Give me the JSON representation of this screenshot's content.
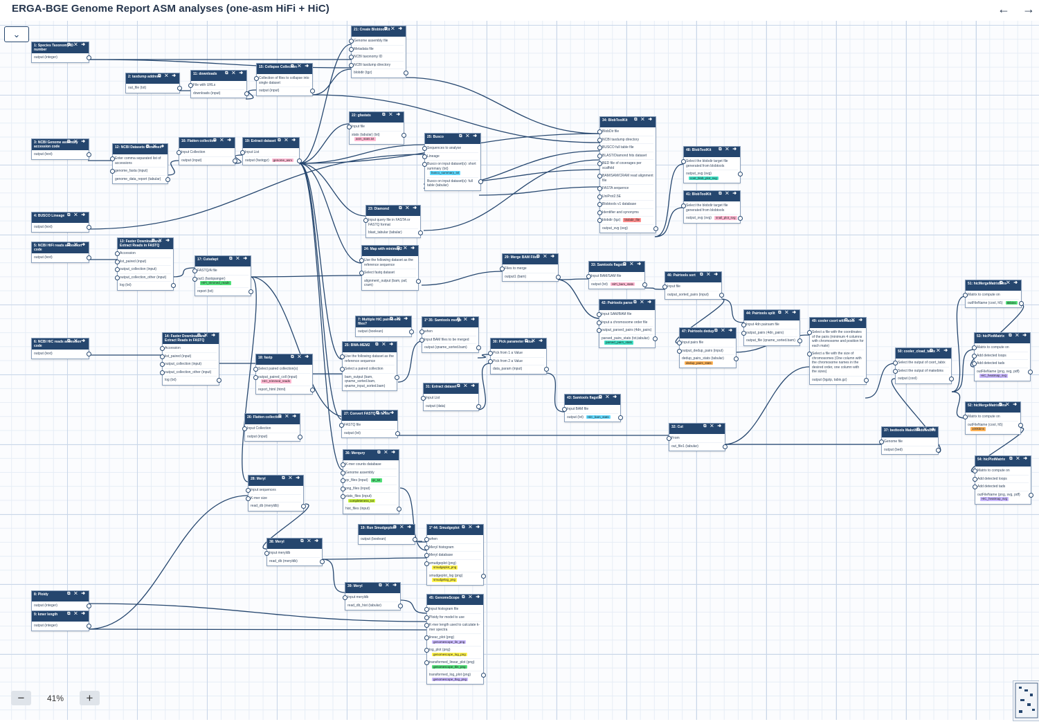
{
  "title": "ERGA-BGE Genome Report ASM analyses (one-asm HiFi + HiC)",
  "nav": {
    "back_icon": "arrow-left-icon",
    "forward_icon": "arrow-right-icon"
  },
  "collapse_icon": "chevron-down-icon",
  "zoom": {
    "minus": "−",
    "level": "41%",
    "plus": "+"
  },
  "colors": {
    "node_header": "#25466e",
    "edge": "#25466e",
    "grid_major": "#c9d6e8",
    "grid_minor": "#e6edf6"
  },
  "nodes": [
    {
      "title": "1: Species Taxonomy ID number",
      "rows": [
        {
          "t": "output (integer)"
        }
      ]
    },
    {
      "title": "2: taxdump address",
      "rows": [
        {
          "t": "out_file (txt)"
        }
      ]
    },
    {
      "title": "3: NCBI Genome assembly accession code",
      "rows": [
        {
          "t": "output (text)"
        }
      ]
    },
    {
      "title": "4: BUSCO Lineage",
      "rows": [
        {
          "t": "output (text)"
        }
      ]
    },
    {
      "title": "5: NCBI HiFi reads accession code",
      "rows": [
        {
          "t": "output (text)"
        }
      ]
    },
    {
      "title": "6: NCBI HiC reads accession code",
      "rows": [
        {
          "t": "output (text)"
        }
      ]
    },
    {
      "title": "8: Ploidy",
      "rows": [
        {
          "t": "output (integer)"
        }
      ]
    },
    {
      "title": "9: kmer length",
      "rows": [
        {
          "t": "output (integer)"
        }
      ]
    },
    {
      "title": "11: downloads",
      "rows": [
        {
          "t": "File with URLs"
        },
        {
          "t": "downloads (input)"
        }
      ]
    },
    {
      "title": "12: NCBI Datasets Genomes",
      "rows": [
        {
          "t": "Enter comma separated list of accessions"
        },
        {
          "t": "genome_fasta (input)"
        },
        {
          "t": "genome_data_report (tabular)"
        }
      ]
    },
    {
      "title": "13: Faster Download and Extract Reads in FASTQ",
      "rows": [
        {
          "t": "Accession"
        },
        {
          "t": "list_paired (input)"
        },
        {
          "t": "output_collection (input)"
        },
        {
          "t": "output_collection_other (input)"
        },
        {
          "t": "log (txt)"
        }
      ]
    },
    {
      "title": "14: Faster Download and Extract Reads in FASTQ",
      "rows": [
        {
          "t": "Accession"
        },
        {
          "t": "list_paired (input)"
        },
        {
          "t": "output_collection (input)"
        },
        {
          "t": "output_collection_other (input)"
        },
        {
          "t": "log (txt)"
        }
      ]
    },
    {
      "title": "15: Collapse Collection",
      "rows": [
        {
          "t": "Collection of files to collapse into single dataset"
        },
        {
          "t": "output (input)"
        }
      ]
    },
    {
      "title": "16: Flatten collection",
      "rows": [
        {
          "t": "Input Collection"
        },
        {
          "t": "output (input)"
        }
      ]
    },
    {
      "title": "17: Cutadapt",
      "rows": [
        {
          "t": "FASTQ/A file"
        },
        {
          "t": "out1 (fastqsanger)",
          "tag": "HiFi_trimmed_reads",
          "c": "green"
        },
        {
          "t": "report (txt)"
        }
      ]
    },
    {
      "title": "18: fastp",
      "rows": [
        {
          "t": "Select paired collection(s)"
        },
        {
          "t": "output_paired_coll (input)",
          "tag": "HiC_trimmed_reads",
          "c": "pink"
        },
        {
          "t": "report_html (html)"
        }
      ]
    },
    {
      "title": "19: Extract dataset",
      "rows": [
        {
          "t": "Input List"
        },
        {
          "t": "output (fastqgz)",
          "tag": "genome_asm",
          "c": "pink"
        }
      ]
    },
    {
      "title": "21: Create BlobtoolKit",
      "rows": [
        {
          "t": "Genome assembly file"
        },
        {
          "t": "Metadata file"
        },
        {
          "t": "NCBI taxonomy ID"
        },
        {
          "t": "NCBI taxdump directory"
        },
        {
          "t": "blobdir (tgz)"
        }
      ]
    },
    {
      "title": "22: gfastats",
      "rows": [
        {
          "t": "Input file"
        },
        {
          "t": "stats (tabular) (txt)",
          "tag": "asm_stats.txt",
          "c": "pink"
        }
      ]
    },
    {
      "title": "23: Diamond",
      "rows": [
        {
          "t": "Input query file in FASTA or FASTQ format"
        },
        {
          "t": "blast_tabular (tabular)"
        }
      ]
    },
    {
      "title": "24: Map with minimap2",
      "rows": [
        {
          "t": "Use the following dataset as the reference sequence"
        },
        {
          "t": "Select fastq dataset"
        },
        {
          "t": "alignment_output (bam, paf, cram)"
        }
      ]
    },
    {
      "title": "25: BWA-MEM2",
      "rows": [
        {
          "t": "Use the following dataset as the reference sequence"
        },
        {
          "t": "Select a paired collection"
        },
        {
          "t": "bam_output (bam, qname_sorted.bam, qname_input_sorted.bam)"
        }
      ]
    },
    {
      "title": "25: Busco",
      "rows": [
        {
          "t": "Sequences to analyse"
        },
        {
          "t": "Lineage"
        },
        {
          "t": "Busco on input dataset(s): short summary (txt)",
          "tag": "busco_summary_txt",
          "c": "cyan"
        },
        {
          "t": "Busco on input dataset(s): full table (tabular)"
        }
      ]
    },
    {
      "title": "26: Flatten collection",
      "rows": [
        {
          "t": "Input Collection"
        },
        {
          "t": "output (input)"
        }
      ]
    },
    {
      "title": "7: Multiple HiC paired-end files?",
      "rows": [
        {
          "t": "output (boolean)"
        }
      ]
    },
    {
      "title": "27: Convert FASTQ to fa file",
      "rows": [
        {
          "t": "FASTQ file"
        },
        {
          "t": "output (txt)"
        }
      ]
    },
    {
      "title": "28: Meryl",
      "rows": [
        {
          "t": "Input sequences"
        },
        {
          "t": "K-mer size"
        },
        {
          "t": "read_db (meryldb)"
        }
      ]
    },
    {
      "title": "29: Merge BAM Files",
      "rows": [
        {
          "t": "Files to merge"
        },
        {
          "t": "output1 (bam)"
        }
      ]
    },
    {
      "title": "30: Pick parameter value",
      "rows": [
        {
          "t": "Pick from 1 a Value"
        },
        {
          "t": "Pick from 2 a Value"
        },
        {
          "t": "data_param (input)"
        }
      ]
    },
    {
      "title": "31: Extract dataset",
      "rows": [
        {
          "t": "Input List"
        },
        {
          "t": "output (data)"
        }
      ]
    },
    {
      "title": "1* 35: Samtools merge",
      "rows": [
        {
          "t": "when"
        },
        {
          "t": "Input BAM files to be merged"
        },
        {
          "t": "output (qname_sorted.bam)"
        }
      ]
    },
    {
      "title": "32: Cut",
      "rows": [
        {
          "t": "From"
        },
        {
          "t": "out_file1 (tabular)"
        }
      ]
    },
    {
      "title": "33: Samtools flagstat",
      "rows": [
        {
          "t": "Input BAM/SAM file"
        },
        {
          "t": "output (txt)",
          "tag": "HiFi_bam_stats",
          "c": "pink"
        }
      ]
    },
    {
      "title": "34: BlobToolKit",
      "rows": [
        {
          "t": "BlobDir file"
        },
        {
          "t": "NCBI taxdump directory"
        },
        {
          "t": "BUSCO full table file"
        },
        {
          "t": "BLAST/Diamond hits dataset"
        },
        {
          "t": "BED file of coverages per scaffold"
        },
        {
          "t": "BAM/SAM/CRAM read alignment file"
        },
        {
          "t": "FASTA sequence"
        },
        {
          "t": "UniProt2.5E"
        },
        {
          "t": "Blobtools v1 database"
        },
        {
          "t": "Identifier and synonyms"
        },
        {
          "t": "blobdir (tgz)",
          "tag": "blobdir_file",
          "c": "red"
        },
        {
          "t": "output_svg (svg)"
        }
      ]
    },
    {
      "title": "36: Merqury",
      "rows": [
        {
          "t": "K-mer counts database"
        },
        {
          "t": "Genome assembly"
        },
        {
          "t": "qv_files (input)",
          "tag": "qv_txt",
          "c": "green"
        },
        {
          "t": "png_files (input)"
        },
        {
          "t": "stats_files (input)",
          "tag": "completeness_txt",
          "c": "lime"
        },
        {
          "t": "hist_files (input)"
        }
      ]
    },
    {
      "title": "37: bedtools MakeWindowsBed",
      "rows": [
        {
          "t": "Genome file"
        },
        {
          "t": "output (bed)"
        }
      ]
    },
    {
      "title": "38: Meryl",
      "rows": [
        {
          "t": "Input meryldb"
        },
        {
          "t": "read_db (meryldb)"
        }
      ]
    },
    {
      "title": "39: Meryl",
      "rows": [
        {
          "t": "Input meryldb"
        },
        {
          "t": "read_db_hist (tabular)"
        }
      ]
    },
    {
      "title": "19: Run Smudgeplot?",
      "rows": [
        {
          "t": "output (boolean)"
        }
      ]
    },
    {
      "title": "42: Pairtools parse",
      "rows": [
        {
          "t": "Input SAM/BAM file"
        },
        {
          "t": "Input a chromosome order file"
        },
        {
          "t": "output_parsed_pairs (4dn_pairs)"
        },
        {
          "t": "parsed_pairs_stats (txt,tabular)",
          "tag": "parsed_pairs_stats",
          "c": "teal"
        }
      ]
    },
    {
      "title": "43: Samtools flagstat",
      "rows": [
        {
          "t": "Input BAM file"
        },
        {
          "t": "output (txt)",
          "tag": "HiC_bam_stats",
          "c": "cyan"
        }
      ]
    },
    {
      "title": "1* 44: Smudgeplot",
      "rows": [
        {
          "t": "when"
        },
        {
          "t": "Meryl histogram"
        },
        {
          "t": "Meryl database"
        },
        {
          "t": "smudgeplot (png)",
          "tag": "smudgeplot_png",
          "c": "yellow"
        },
        {
          "t": "smudgeplot_log (png)",
          "tag": "smudgelog_png",
          "c": "yellow"
        }
      ]
    },
    {
      "title": "45: GenomeScope",
      "rows": [
        {
          "t": "Input histogram file"
        },
        {
          "t": "Ploidy for model to use"
        },
        {
          "t": "K-mer length used to calculate k-mer spectra"
        },
        {
          "t": "linear_plot (png)",
          "tag": "genomescope_lin_png",
          "c": "purple"
        },
        {
          "t": "log_plot (png)",
          "tag": "genomescope_log_png",
          "c": "yellow"
        },
        {
          "t": "transformed_linear_plot (png)",
          "tag": "genomescope_tlin_png",
          "c": "green"
        },
        {
          "t": "transformed_log_plot (png)",
          "tag": "genomescope_tlog_png",
          "c": "purple"
        }
      ]
    },
    {
      "title": "46: Pairtools sort",
      "rows": [
        {
          "t": "Input file"
        },
        {
          "t": "output_sorted_pairs (input)"
        }
      ]
    },
    {
      "title": "47: Pairtools dedup",
      "rows": [
        {
          "t": "Input pairs file"
        },
        {
          "t": "output_dedup_pairs (input)"
        },
        {
          "t": "dedup_pairs_stats (tabular)",
          "tag": "dedup_pairs_stats",
          "c": "orange"
        }
      ]
    },
    {
      "title": "48: BlobToolKit",
      "rows": [
        {
          "t": "Select the blobdir target file generated from blobtools"
        },
        {
          "t": "output_svg (svg)",
          "tag": "cont_blob_plot_svg",
          "c": "teal"
        }
      ]
    },
    {
      "title": "41: BlobToolKit",
      "rows": [
        {
          "t": "Select the blobdir target file generated from blobtools"
        },
        {
          "t": "output_svg (svg)",
          "tag": "snail_plot_svg",
          "c": "pink"
        }
      ]
    },
    {
      "title": "44: Pairtools split",
      "rows": [
        {
          "t": "Input 4dn pairsam file"
        },
        {
          "t": "output_pairs (4dn_pairs)"
        },
        {
          "t": "output_file (qname_sorted.bam)"
        }
      ]
    },
    {
      "title": "49: cooler csort with tabix",
      "rows": [
        {
          "t": "Select a file with the coordinates of the pairs (minimum 4 columns with chromosome and position for each mate)"
        },
        {
          "t": "Select a file with the size of chromosomes (One column with the chromosome names in the desired order, one column with the sizes)"
        },
        {
          "t": "output (bgzip, tabix.gz)"
        }
      ]
    },
    {
      "title": "50: cooler_cload_tabix",
      "rows": [
        {
          "t": "Select the output of csort_tabix"
        },
        {
          "t": "Select the output of makebins"
        },
        {
          "t": "output (cool)"
        }
      ]
    },
    {
      "title": "51: hicMergeMatrixBins",
      "rows": [
        {
          "t": "Matrix to compute on"
        },
        {
          "t": "outFileName (cool, h5)",
          "tag": "5kbins",
          "c": "green"
        }
      ]
    },
    {
      "title": "53: hicPlotMatrix",
      "rows": [
        {
          "t": "Matrix to compute on"
        },
        {
          "t": "Add detected loops"
        },
        {
          "t": "Add detected tads"
        },
        {
          "t": "outFileName (png, svg, pdf)",
          "tag": "HiC_heatmap_svg",
          "c": "purple"
        }
      ]
    },
    {
      "title": "52: hicMergeMatrixBins",
      "rows": [
        {
          "t": "Matrix to compute on"
        },
        {
          "t": "outFileName (cool, h5)",
          "tag": "100kbins",
          "c": "orange"
        }
      ]
    },
    {
      "title": "54: hicPlotMatrix",
      "rows": [
        {
          "t": "Matrix to compute on"
        },
        {
          "t": "Add detected loops"
        },
        {
          "t": "Add detected tads"
        },
        {
          "t": "outFileName (png, svg, pdf)",
          "tag": "HiC_heatmap_svg",
          "c": "purple"
        }
      ]
    }
  ]
}
